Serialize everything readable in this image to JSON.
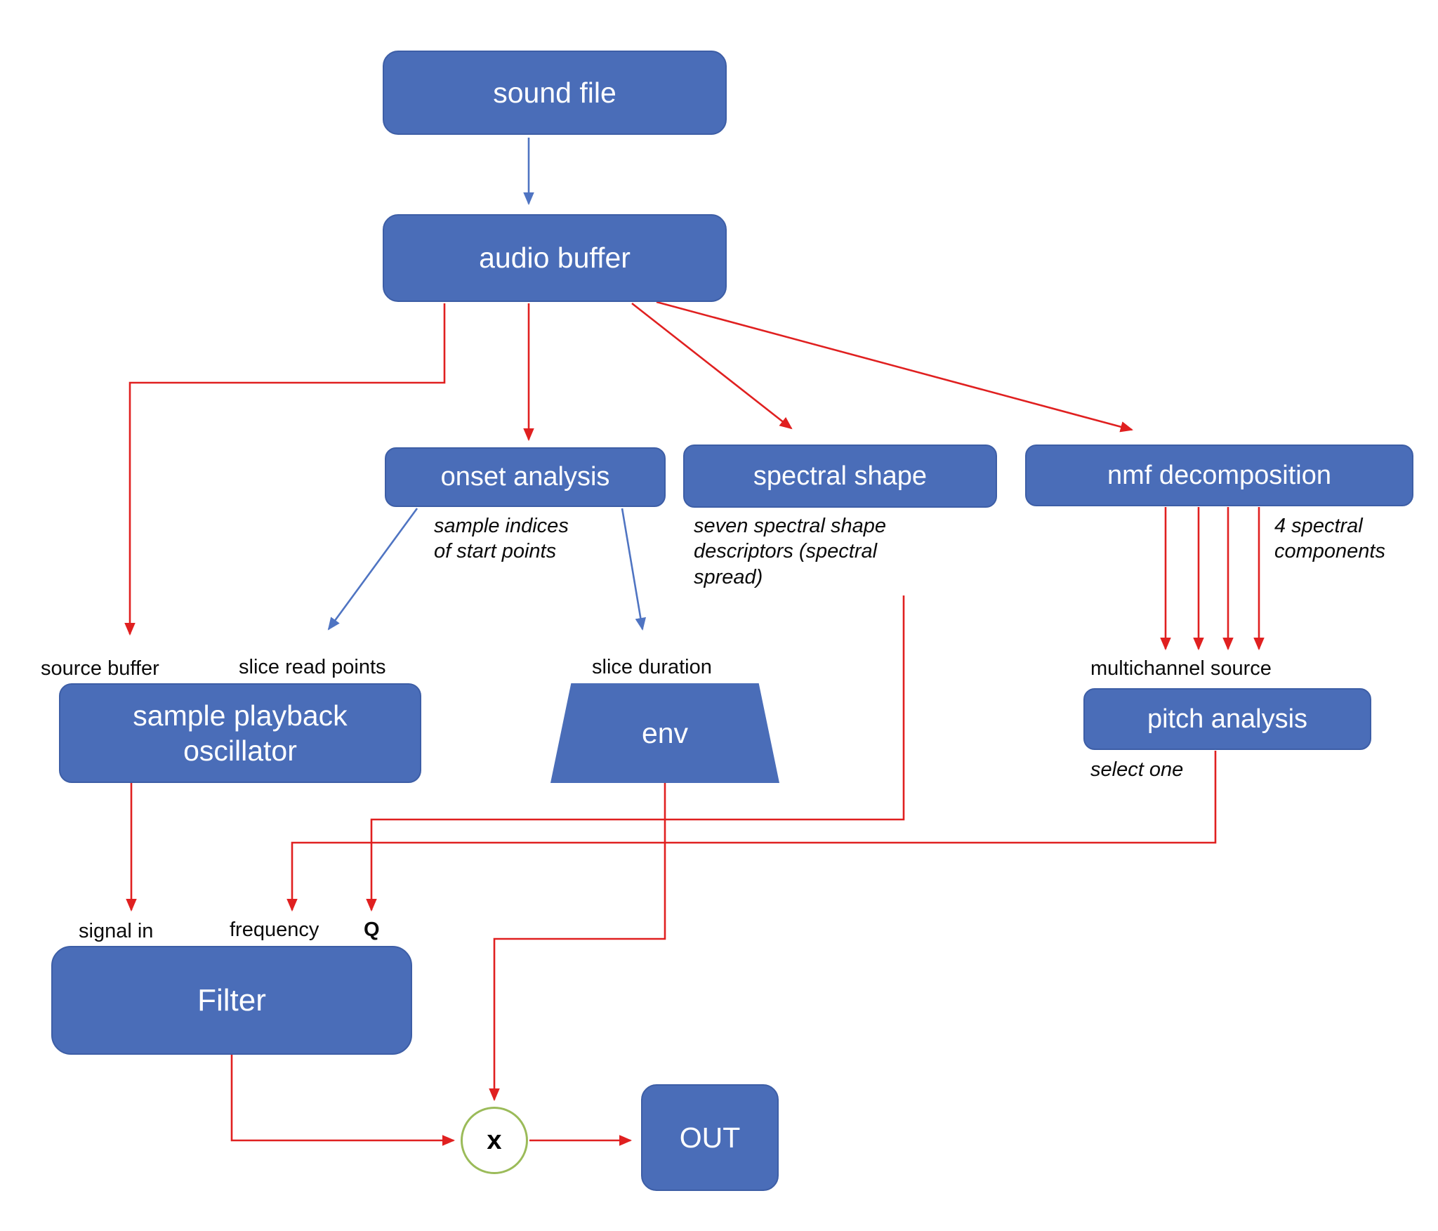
{
  "title": "audio processing signal flow diagram",
  "colors": {
    "node_fill": "#4a6db8",
    "node_border": "#3d5ea6",
    "edge_red": "#e02020",
    "edge_blue": "#4f74c2",
    "multiply_ring_green": "#9bbb59",
    "node_text": "#ffffff",
    "label_text": "#0b0b0b"
  },
  "nodes": {
    "sound_file": "sound file",
    "audio_buffer": "audio buffer",
    "onset_analysis": "onset analysis",
    "spectral_shape": "spectral shape",
    "nmf_decomposition": "nmf decomposition",
    "sample_playback_oscillator": "sample playback\noscillator",
    "env": "env",
    "pitch_analysis": "pitch analysis",
    "filter": "Filter",
    "out": "OUT",
    "multiply": "x"
  },
  "notes": {
    "onset": "sample indices\nof start points",
    "spectral": "seven spectral shape\ndescriptors (spectral\nspread)",
    "nmf": "4 spectral\ncomponents",
    "pitch": "select one"
  },
  "ports": {
    "source_buffer": "source buffer",
    "slice_read_points": "slice read points",
    "slice_duration": "slice duration",
    "multichannel_source": "multichannel source",
    "signal_in": "signal in",
    "frequency": "frequency",
    "q": "Q"
  }
}
